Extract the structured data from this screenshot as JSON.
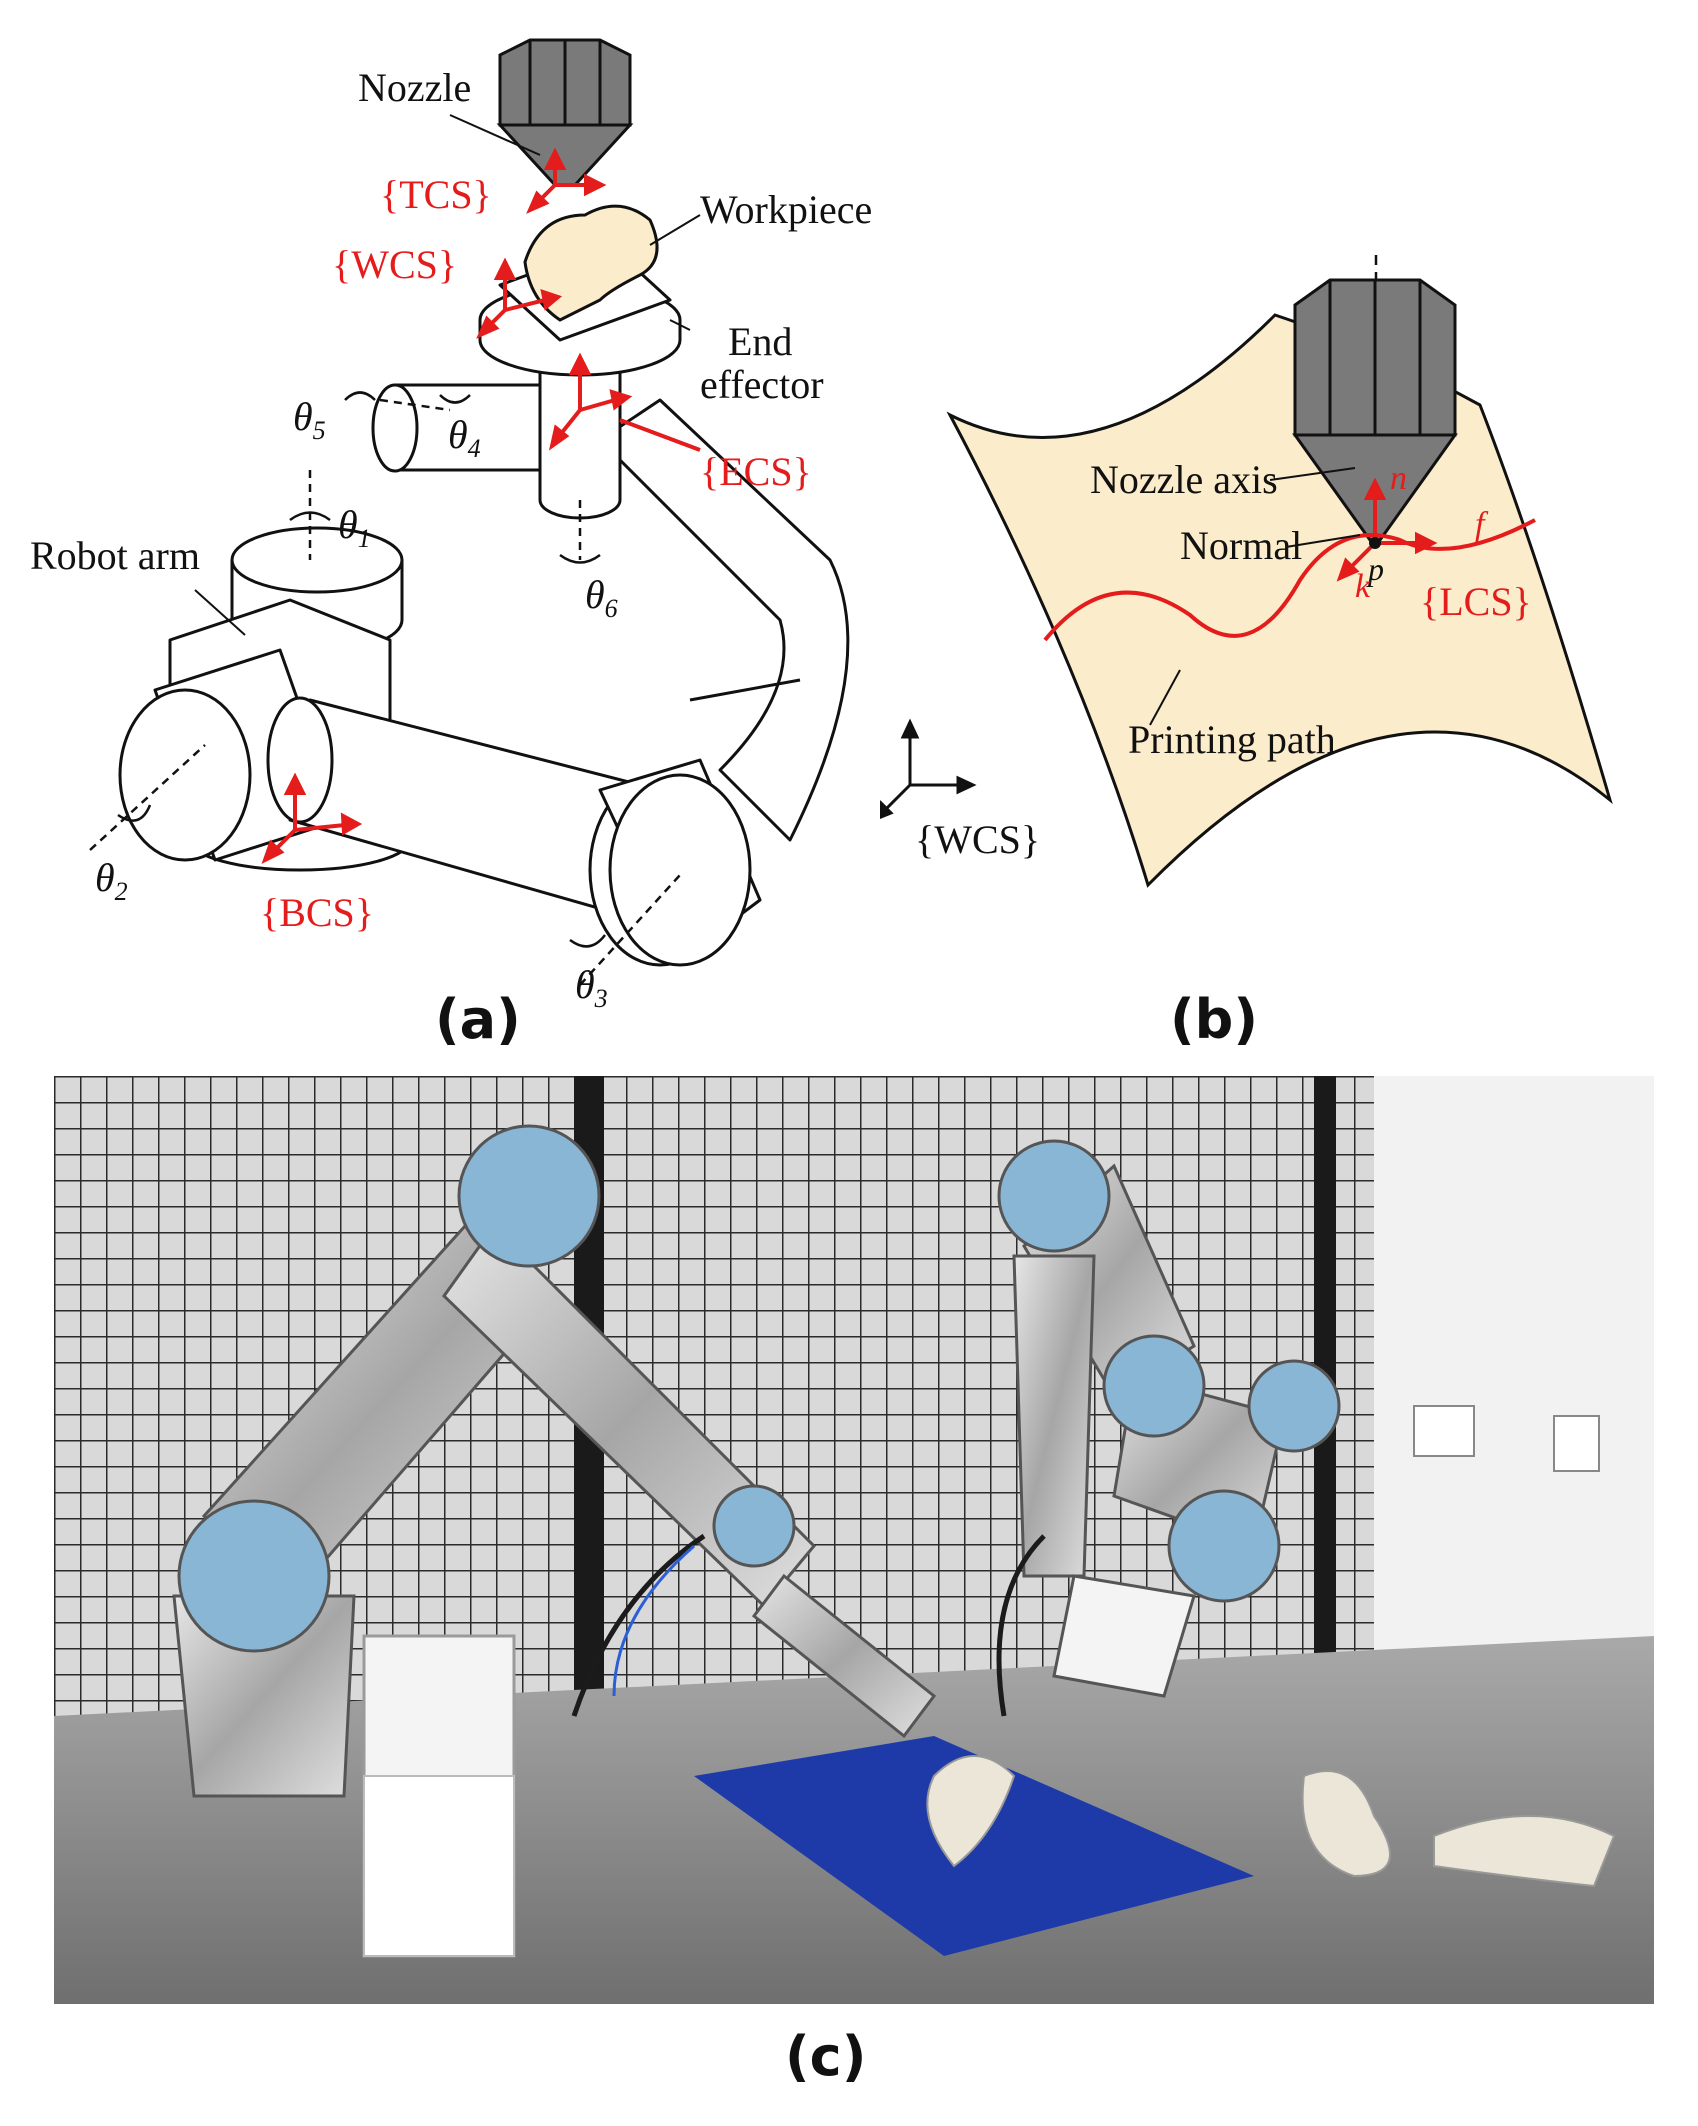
{
  "panel_a": {
    "caption": "(a)",
    "nozzle": "Nozzle",
    "workpiece": "Workpiece",
    "end_effector_1": "End",
    "end_effector_2": "effector",
    "robot_arm": "Robot arm",
    "tcs": "{TCS}",
    "wcs": "{WCS}",
    "ecs": "{ECS}",
    "bcs": "{BCS}",
    "theta": "θ",
    "theta1": "1",
    "theta2": "2",
    "theta3": "3",
    "theta4": "4",
    "theta5": "5",
    "theta6": "6"
  },
  "panel_b": {
    "caption": "(b)",
    "nozzle_axis": "Nozzle axis",
    "normal": "Normal",
    "printing_path": "Printing path",
    "lcs": "{LCS}",
    "wcs": "{WCS}",
    "n": "n",
    "f": "f",
    "k": "k",
    "p": "p"
  },
  "panel_c": {
    "caption": "(c)"
  },
  "colors": {
    "frame_red": "#e41c1c",
    "surface": "#fbeccb",
    "nozzle_gray": "#7a7a7a",
    "mat_blue": "#1e3aa8",
    "ur_blue": "#8ab6d6"
  }
}
